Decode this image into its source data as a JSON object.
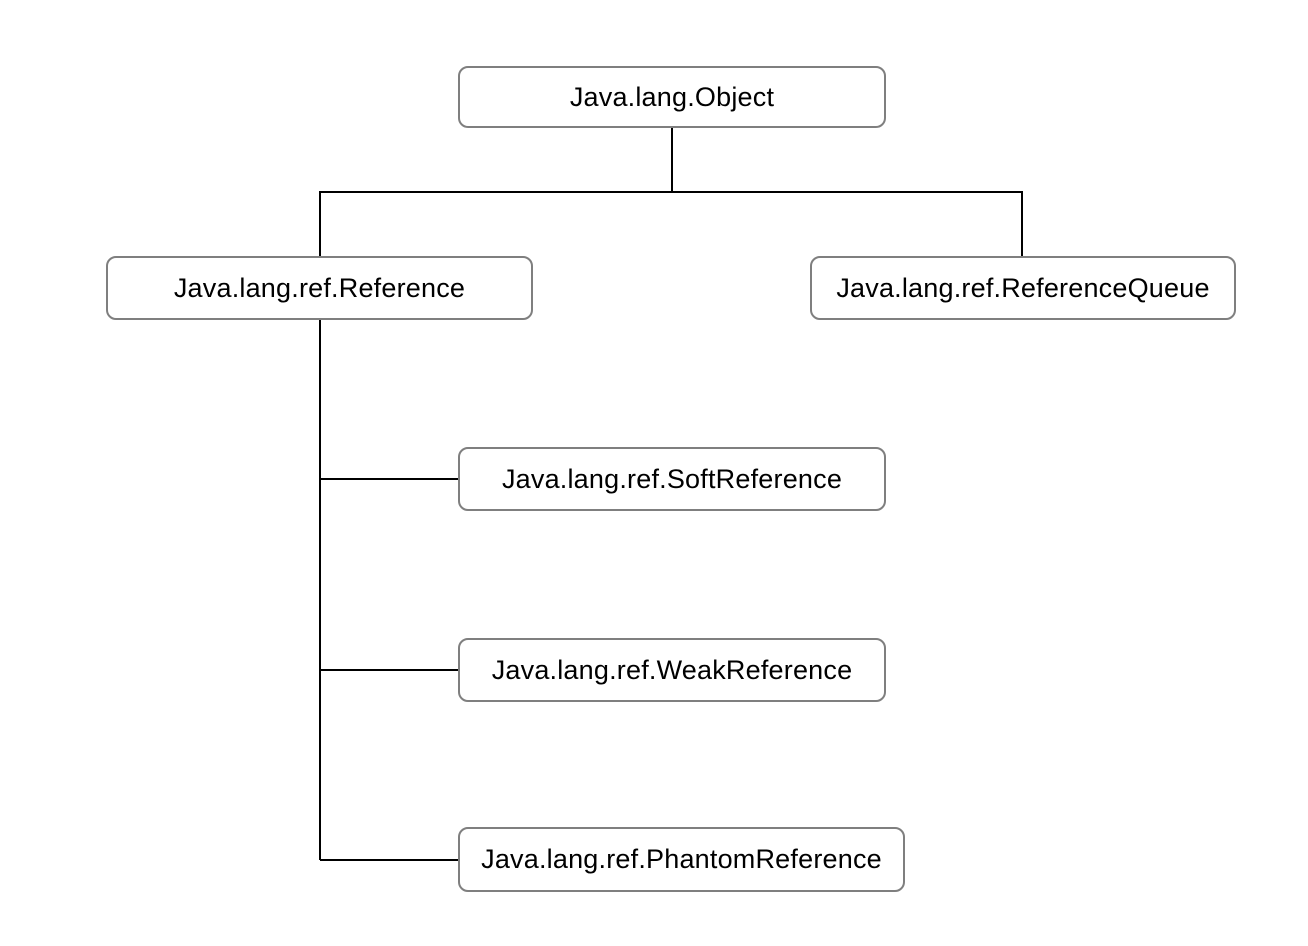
{
  "diagram": {
    "nodes": {
      "object": {
        "label": "Java.lang.Object"
      },
      "reference": {
        "label": "Java.lang.ref.Reference"
      },
      "reference_queue": {
        "label": "Java.lang.ref.ReferenceQueue"
      },
      "soft_reference": {
        "label": "Java.lang.ref.SoftReference"
      },
      "weak_reference": {
        "label": "Java.lang.ref.WeakReference"
      },
      "phantom_reference": {
        "label": "Java.lang.ref.PhantomReference"
      }
    },
    "edges": [
      {
        "from": "Java.lang.Object",
        "to": "Java.lang.ref.Reference"
      },
      {
        "from": "Java.lang.Object",
        "to": "Java.lang.ref.ReferenceQueue"
      },
      {
        "from": "Java.lang.ref.Reference",
        "to": "Java.lang.ref.SoftReference"
      },
      {
        "from": "Java.lang.ref.Reference",
        "to": "Java.lang.ref.WeakReference"
      },
      {
        "from": "Java.lang.ref.Reference",
        "to": "Java.lang.ref.PhantomReference"
      }
    ],
    "colors": {
      "background": "#ffffff",
      "node_border": "#7f7f7f",
      "edge_line": "#000000",
      "text": "#000000"
    }
  }
}
